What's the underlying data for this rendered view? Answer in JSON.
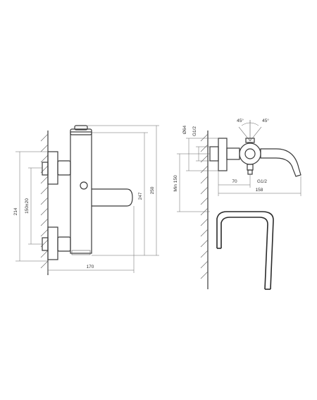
{
  "dims": {
    "d214": "214",
    "d150": "150±20",
    "d247": "247",
    "d250": "250",
    "d170": "170",
    "d64": "Ø64",
    "g12a": "G1/2",
    "a45l": "45°",
    "a45r": "45°",
    "min150": "Min 150",
    "d70": "70",
    "g12b": "G1/2",
    "d158": "158"
  }
}
